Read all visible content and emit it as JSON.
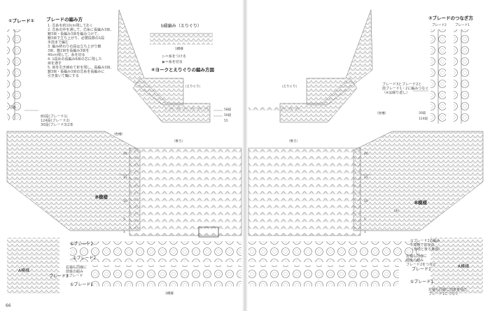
{
  "left": {
    "page_number": "66",
    "braid1_title": "①ブレード①",
    "braid_method": {
      "title": "ブレードの編み方",
      "steps": [
        "1. 芯糸を約10cm残しておく",
        "2. 芯糸の中を通して、芯糸に長編み3目、",
        "   鎖3目・長編み3目を編みつけて、",
        "   鎖3目で立ち上がり、必要段数の1段",
        "   手前まで編む",
        "3. 編み終わりの段は立ち上がり鎖",
        "   3目、鎖2目を長編み3目を",
        "   40cm残して、糸を切る",
        "4. 1段めの長編み6目の芯に残した",
        "   目を通す",
        "5. 目を引き締めて針を残し、長編み3目、",
        "   鎖3目・長編み3目の芯糸を長編みに",
        "   引き抜いて輪にする"
      ]
    },
    "yoke_b": {
      "title": "b縁編み",
      "sub": "（えりぐり）",
      "row_label": "1模様"
    },
    "legend_cut": "▷＝糸をつける",
    "legend_cut2": "▶＝糸を切る",
    "yoke_title": "④ヨークとえりぐりの編み方図",
    "yoke_sub": "（えりぐり）",
    "rows": {
      "r58": "58段",
      "r56": "56段",
      "r55": "55"
    },
    "braid1_counts": [
      "80段(ブレード1)",
      "124段(ブレード2)",
      "30段(ブレード3)2本"
    ],
    "core": "芯糸",
    "right_sleeve": "（右袖）",
    "back": "（後ろ）",
    "pattern_b": "B模様",
    "row_nums": [
      "20",
      "15",
      "10",
      "5",
      "1"
    ],
    "braid2_label": "①ブレード2",
    "braid3_label": "ブレード3",
    "braid1b_label": "①ブレード1",
    "pattern_a": "A模様",
    "yoke_note": [
      "右袖も同様に",
      "前後の組み",
      "①ブレード"
    ],
    "one_pattern": "1模様"
  },
  "right": {
    "braid_join_title": "③ブレードのつなぎ方",
    "braid_labels": [
      "ブレード2",
      "ブレード1"
    ],
    "yoke_sub": "（えりぐり）",
    "join_note": [
      "ブレード3とブレード2と",
      "前ブレード1・2に編みつなぐ",
      "（※は繰り返し）"
    ],
    "left_sleeve": "（左袖）",
    "back": "（後ろ）",
    "rows_124": "124段",
    "rows_30": "30段",
    "pattern_b": "B模様",
    "row_nums": [
      "20",
      "15",
      "10",
      "5",
      "1"
    ],
    "braid2_note": [
      "①ブレード2の編み",
      "②模様で前後の",
      "（身頃と後ろ身頃）"
    ],
    "side_note": [
      "左袖も同様に",
      "前後の組み",
      "ブレード2をつなぐ"
    ],
    "braid1_label": "ブレード1",
    "braid1b_label": "①ブレード1",
    "pattern_a": "A模様",
    "bottom_note": [
      "左袖も同様に前後身頃の",
      "ブレード1につなぐ"
    ],
    "side_mark": "（※）"
  },
  "colors": {
    "ink": "#3a3a3a",
    "gutter": "#cfcfcf",
    "paper": "#ffffff"
  }
}
